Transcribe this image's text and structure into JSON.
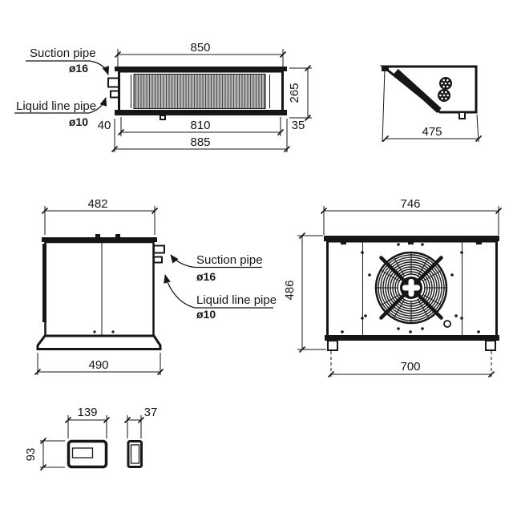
{
  "drawing": {
    "description": "Dimensional drawing of a refrigeration condensing unit with four orthographic views and a controller detail",
    "units": "mm",
    "colors": {
      "line": "#161616",
      "background": "#ffffff",
      "coil_fill": "#b4b4b4",
      "coil_hatch_line": "#4a4a4a"
    }
  },
  "views": {
    "top_view": {
      "dim_850": "850",
      "dim_265": "265",
      "dim_40": "40",
      "dim_810": "810",
      "dim_35": "35",
      "dim_885": "885",
      "suction_label": "Suction pipe",
      "suction_dia": "ø16",
      "liquid_label": "Liquid line pipe",
      "liquid_dia": "ø10"
    },
    "end_view": {
      "dim_475": "475"
    },
    "side_view": {
      "dim_482": "482",
      "dim_490": "490",
      "suction_label": "Suction pipe",
      "suction_dia": "ø16",
      "liquid_label": "Liquid line pipe",
      "liquid_dia": "ø10"
    },
    "front_view": {
      "dim_746": "746",
      "dim_486": "486",
      "dim_700": "700"
    },
    "controller_front_view": {
      "dim_139": "139",
      "dim_93": "93"
    },
    "controller_side_view": {
      "dim_37": "37"
    }
  }
}
